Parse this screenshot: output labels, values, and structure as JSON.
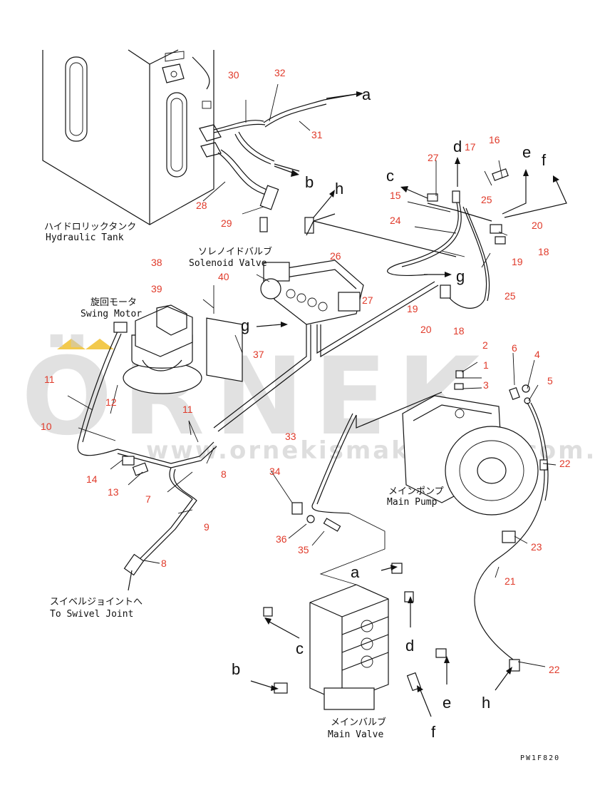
{
  "watermark": {
    "brand": "ÖRNEK",
    "url": "www.ornekismakinalari.com.tr",
    "accent": "#f2c94c"
  },
  "labels": {
    "hydraulic_tank_jp": "ハイドロリックタンク",
    "hydraulic_tank_en": "Hydraulic Tank",
    "solenoid_valve_jp": "ソレノイドバルブ",
    "solenoid_valve_en": "Solenoid Valve",
    "swing_motor_jp": "旋回モータ",
    "swing_motor_en": "Swing Motor",
    "main_pump_jp": "メインポンプ",
    "main_pump_en": "Main Pump",
    "swivel_joint_jp": "スイベルジョイントへ",
    "swivel_joint_en": "To Swivel Joint",
    "main_valve_jp": "メインバルブ",
    "main_valve_en": "Main Valve"
  },
  "drawing_code": "PW1F820",
  "colors": {
    "part_numbers": "#e03a2a",
    "lines": "#111111",
    "watermark": "#c9c9c9"
  },
  "part_numbers": [
    "30",
    "32",
    "31",
    "28",
    "29",
    "27",
    "17",
    "16",
    "15",
    "25",
    "24",
    "20",
    "18",
    "19",
    "26",
    "25",
    "27",
    "19",
    "20",
    "18",
    "38",
    "40",
    "39",
    "37",
    "11",
    "12",
    "10",
    "11",
    "14",
    "13",
    "7",
    "8",
    "9",
    "8",
    "2",
    "1",
    "3",
    "6",
    "4",
    "5",
    "22",
    "23",
    "21",
    "22",
    "33",
    "34",
    "36",
    "35"
  ],
  "port_letters": [
    "a",
    "b",
    "h",
    "c",
    "d",
    "e",
    "f",
    "g",
    "g",
    "a",
    "c",
    "d",
    "b",
    "e",
    "f",
    "h"
  ]
}
